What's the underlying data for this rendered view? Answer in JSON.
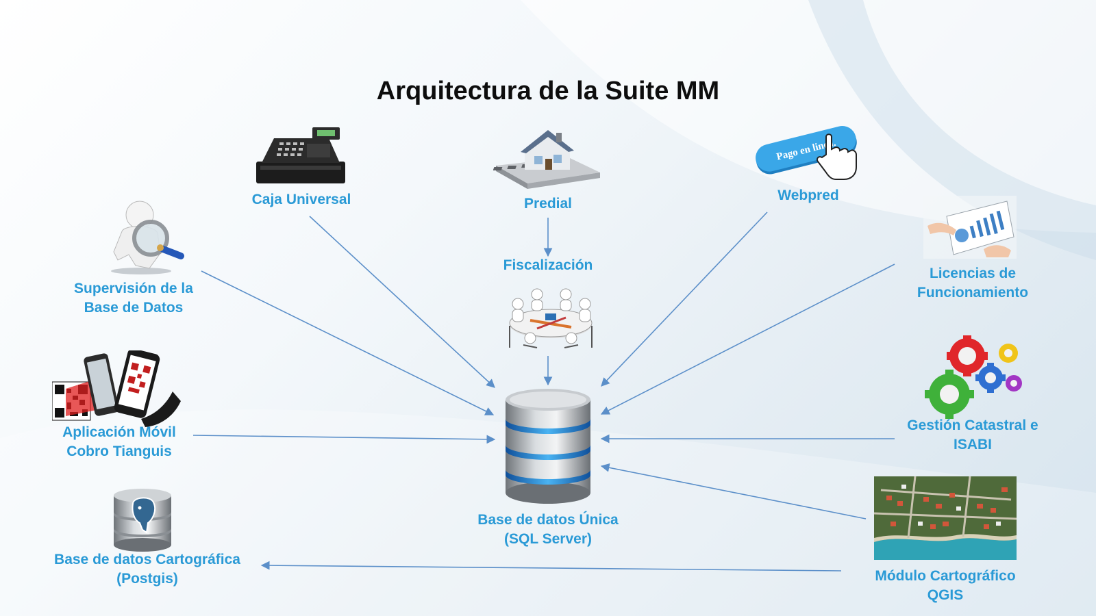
{
  "title": "Arquitectura de la Suite MM",
  "accent_color": "#2a9ad6",
  "arrow_color": "#5b8fc9",
  "nodes": {
    "caja": {
      "label": "Caja Universal",
      "icon": "cash-register-icon"
    },
    "predial": {
      "label": "Predial",
      "icon": "house-calculator-icon"
    },
    "webpred": {
      "label": "Webpred",
      "icon": "online-payment-button-icon",
      "button_text": "Pago en linea."
    },
    "fiscalizacion": {
      "label": "Fiscalización",
      "icon": "meeting-table-icon"
    },
    "supervision": {
      "line1": "Supervisión de la",
      "line2": "Base de Datos",
      "icon": "magnifier-figure-icon"
    },
    "licencias": {
      "line1": "Licencias de",
      "line2": "Funcionamiento",
      "icon": "tablet-chart-icon"
    },
    "movil": {
      "line1": "Aplicación Móvil",
      "line2": "Cobro Tianguis",
      "icon": "qr-phone-icon"
    },
    "catastral": {
      "line1": "Gestión Catastral e",
      "line2": "ISABI",
      "icon": "gears-icon"
    },
    "central_db": {
      "line1": "Base de datos Única",
      "line2": "(SQL Server)",
      "icon": "database-icon"
    },
    "postgis": {
      "line1": "Base de datos Cartográfica",
      "line2": "(Postgis)",
      "icon": "postgres-database-icon"
    },
    "qgis": {
      "line1": "Módulo Cartográfico",
      "line2": "QGIS",
      "icon": "aerial-map-icon"
    }
  }
}
